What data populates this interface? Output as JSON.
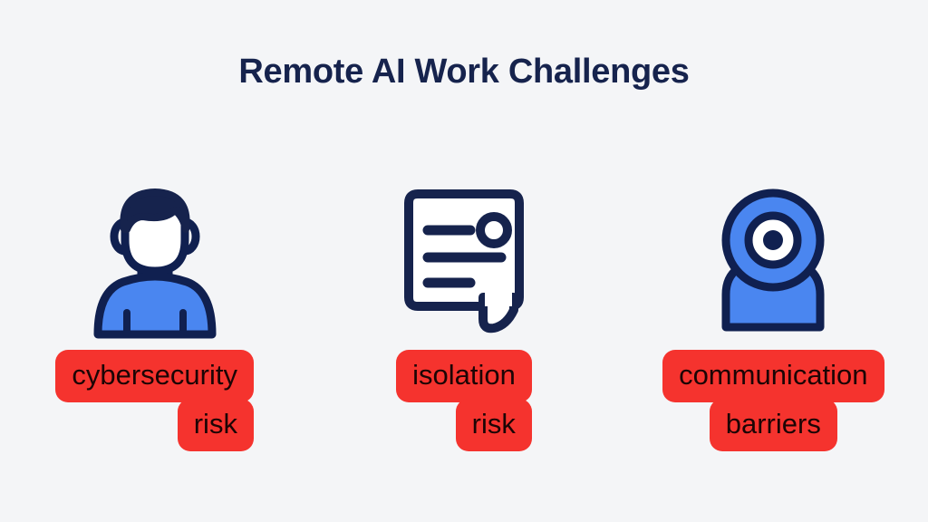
{
  "slide": {
    "background_color": "#f4f5f7",
    "title": "Remote AI Work Challenges",
    "title_color": "#16234d"
  },
  "palette": {
    "navy": "#16234d",
    "outline_navy": "#102050",
    "blue": "#4a86f0",
    "highlight_red": "#f5332e",
    "label_text": "#1c0505",
    "white": "#ffffff",
    "background": "#f4f5f7"
  },
  "items": [
    {
      "icon": "person-avatar-icon",
      "icon_label": "person avatar",
      "label_lines": [
        "cybersecurity",
        "risk"
      ],
      "label_full": "cybersecurity risk"
    },
    {
      "icon": "message-bubble-icon",
      "icon_label": "message speech bubble",
      "label_lines": [
        "isolation",
        "risk"
      ],
      "label_full": "isolation risk"
    },
    {
      "icon": "webcam-icon",
      "icon_label": "webcam",
      "label_lines": [
        "communication",
        "barriers"
      ],
      "label_full": "communication barriers"
    }
  ]
}
